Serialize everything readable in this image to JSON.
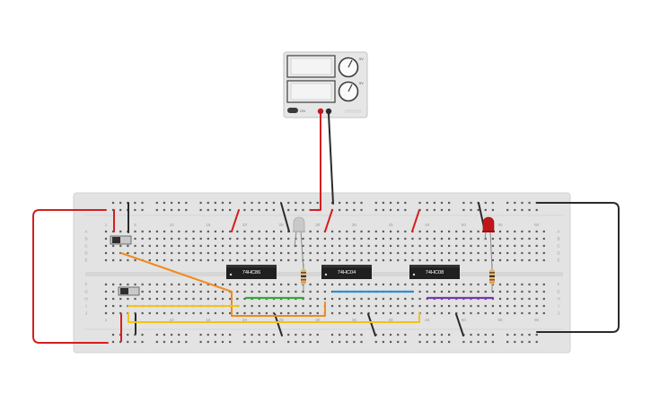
{
  "canvas": {
    "background": "#ffffff"
  },
  "power_supply": {
    "top_knob_label": "5V",
    "bottom_knob_label": "5V",
    "on_label": "ON"
  },
  "breadboard": {
    "column_numbers_top": [
      "1",
      "5",
      "10",
      "15",
      "20",
      "25",
      "30",
      "35",
      "40",
      "45",
      "50",
      "55",
      "60"
    ],
    "column_numbers_bottom": [
      "1",
      "5",
      "10",
      "15",
      "20",
      "25",
      "30",
      "35",
      "40",
      "45",
      "50",
      "55",
      "60"
    ],
    "row_letters_top": [
      "A",
      "B",
      "C",
      "D",
      "E"
    ],
    "row_letters_bottom": [
      "F",
      "G",
      "H",
      "I",
      "J"
    ]
  },
  "chips": [
    {
      "label": "74HC86"
    },
    {
      "label": "74HC04"
    },
    {
      "label": "74HC08"
    }
  ],
  "leds": [
    {
      "name": "white-led",
      "color": "#c9c9c9"
    },
    {
      "name": "red-led",
      "color": "#c0161b"
    }
  ],
  "wire_colors": {
    "red": "#d41f1f",
    "black": "#2b2b2b",
    "orange": "#f08a1c",
    "yellow": "#f2c21b",
    "green": "#37a83a",
    "blue": "#2b8fd6",
    "purple": "#7a35b4"
  }
}
